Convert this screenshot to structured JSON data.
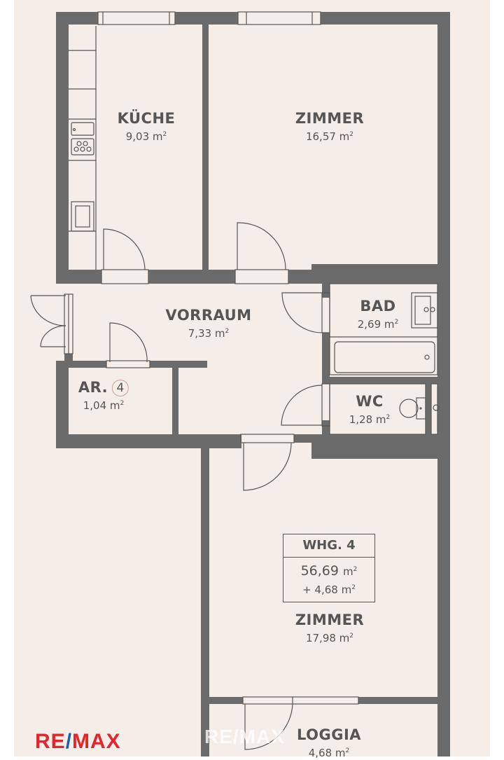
{
  "colors": {
    "paper": "#f5ede8",
    "wall": "#6b6b6b",
    "line": "#555555",
    "text": "#555555",
    "brand_red": "#e2262b",
    "brand_blue": "#1c5fae"
  },
  "rooms": {
    "kueche": {
      "name": "KÜCHE",
      "area": "9,03 m",
      "unit_sup": "2"
    },
    "zimmer1": {
      "name": "ZIMMER",
      "area": "16,57 m",
      "unit_sup": "2"
    },
    "vorraum": {
      "name": "VORRAUM",
      "area": "7,33 m",
      "unit_sup": "2"
    },
    "bad": {
      "name": "BAD",
      "area": "2,69 m",
      "unit_sup": "2"
    },
    "ar": {
      "name": "AR.",
      "badge": "4",
      "area": "1,04 m",
      "unit_sup": "2"
    },
    "wc": {
      "name": "WC",
      "area": "1,28 m",
      "unit_sup": "2"
    },
    "zimmer2": {
      "name": "ZIMMER",
      "area": "17,98 m",
      "unit_sup": "2"
    },
    "loggia": {
      "name": "LOGGIA",
      "area": "4,68 m",
      "unit_sup": "2"
    }
  },
  "unit": {
    "title": "WHG. 4",
    "total_area": "56,69",
    "total_unit": "m",
    "extra_area": "+ 4,68 m",
    "unit_sup": "2"
  },
  "branding": {
    "logo_left": "RE",
    "logo_slash": "/",
    "logo_right": "MAX",
    "watermark": "RE/MAX"
  }
}
